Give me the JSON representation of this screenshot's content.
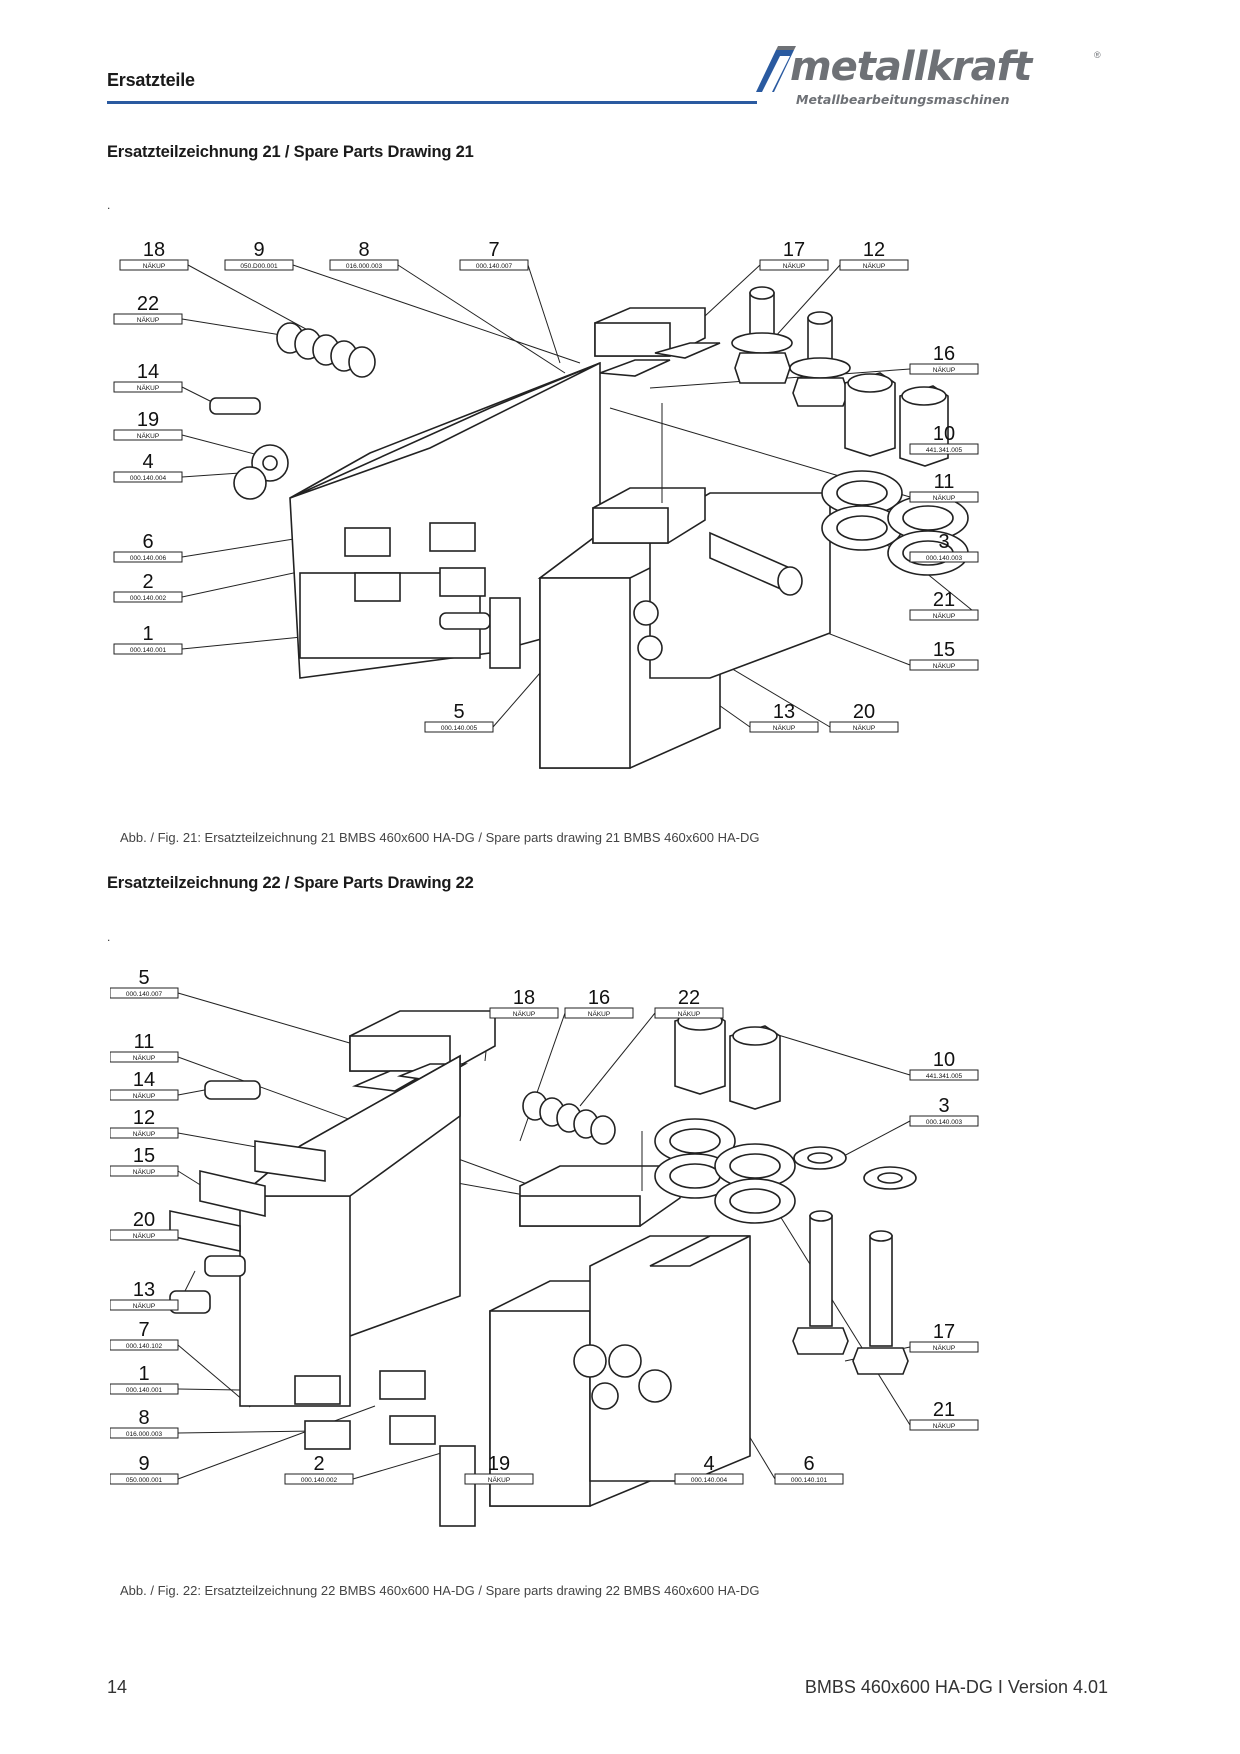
{
  "header": {
    "title": "Ersatzteile",
    "logo": {
      "wordmark": "metallkraft",
      "registered": "®",
      "tagline": "Metallbearbeitungsmaschinen",
      "colors": {
        "logo_gray": "#6e7176",
        "logo_blue": "#2a5aa0"
      }
    },
    "rule_color": "#2a5aa0"
  },
  "drawing21": {
    "heading": "Ersatzteilzeichnung 21 / Spare Parts Drawing 21",
    "dot": ".",
    "caption": "Abb. / Fig. 21: Ersatzteilzeichnung 21 BMBS 460x600 HA-DG / Spare parts drawing 21 BMBS 460x600 HA-DG",
    "callouts": [
      {
        "num": "18",
        "code": "NÄKUP"
      },
      {
        "num": "9",
        "code": "050.D00.001"
      },
      {
        "num": "8",
        "code": "016.000.003"
      },
      {
        "num": "7",
        "code": "000.140.007"
      },
      {
        "num": "17",
        "code": "NÄKUP"
      },
      {
        "num": "12",
        "code": "NÄKUP"
      },
      {
        "num": "22",
        "code": "NÄKUP"
      },
      {
        "num": "16",
        "code": "NÄKUP"
      },
      {
        "num": "14",
        "code": "NÄKUP"
      },
      {
        "num": "19",
        "code": "NÄKUP"
      },
      {
        "num": "10",
        "code": "441.341.005"
      },
      {
        "num": "4",
        "code": "000.140.004"
      },
      {
        "num": "11",
        "code": "NÄKUP"
      },
      {
        "num": "6",
        "code": "000.140.006"
      },
      {
        "num": "3",
        "code": "000.140.003"
      },
      {
        "num": "2",
        "code": "000.140.002"
      },
      {
        "num": "21",
        "code": "NÄKUP"
      },
      {
        "num": "15",
        "code": "NÄKUP"
      },
      {
        "num": "1",
        "code": "000.140.001"
      },
      {
        "num": "5",
        "code": "000.140.005"
      },
      {
        "num": "13",
        "code": "NÄKUP"
      },
      {
        "num": "20",
        "code": "NÄKUP"
      }
    ]
  },
  "drawing22": {
    "heading": "Ersatzteilzeichnung 22 / Spare Parts Drawing 22",
    "dot": ".",
    "caption": "Abb. / Fig. 22: Ersatzteilzeichnung 22 BMBS 460x600 HA-DG / Spare parts drawing 22 BMBS 460x600 HA-DG",
    "callouts": [
      {
        "num": "5",
        "code": "000.140.007"
      },
      {
        "num": "18",
        "code": "NÄKUP"
      },
      {
        "num": "16",
        "code": "NÄKUP"
      },
      {
        "num": "22",
        "code": "NÄKUP"
      },
      {
        "num": "11",
        "code": "NÄKUP"
      },
      {
        "num": "10",
        "code": "441.341.005"
      },
      {
        "num": "14",
        "code": "NÄKUP"
      },
      {
        "num": "3",
        "code": "000.140.003"
      },
      {
        "num": "12",
        "code": "NÄKUP"
      },
      {
        "num": "15",
        "code": "NÄKUP"
      },
      {
        "num": "20",
        "code": "NÄKUP"
      },
      {
        "num": "13",
        "code": "NÄKUP"
      },
      {
        "num": "17",
        "code": "NÄKUP"
      },
      {
        "num": "7",
        "code": "000.140.102"
      },
      {
        "num": "1",
        "code": "000.140.001"
      },
      {
        "num": "21",
        "code": "NÄKUP"
      },
      {
        "num": "8",
        "code": "016.000.003"
      },
      {
        "num": "9",
        "code": "050.000.001"
      },
      {
        "num": "2",
        "code": "000.140.002"
      },
      {
        "num": "19",
        "code": "NÄKUP"
      },
      {
        "num": "4",
        "code": "000.140.004"
      },
      {
        "num": "6",
        "code": "000.140.101"
      }
    ]
  },
  "footer": {
    "page_number": "14",
    "document": "BMBS 460x600 HA-DG  I Version 4.01"
  }
}
